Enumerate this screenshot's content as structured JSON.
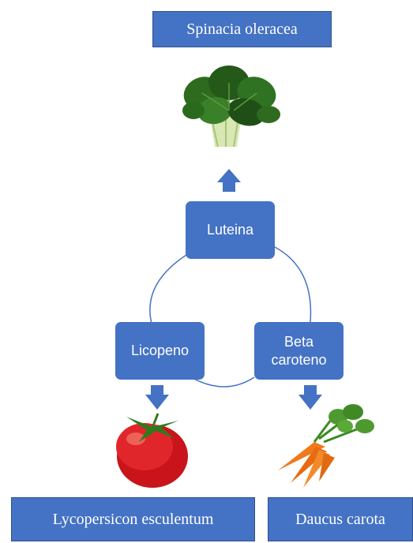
{
  "species": {
    "spinach": "Spinacia oleracea",
    "tomato": "Lycopersicon esculentum",
    "carrot": "Daucus carota"
  },
  "pigments": {
    "top": "Luteina",
    "left": "Licopeno",
    "right_line1": "Beta",
    "right_line2": "caroteno"
  },
  "colors": {
    "box_fill": "#4472c4",
    "cycle_line": "#4472c4",
    "text": "#ffffff"
  },
  "images": {
    "spinach": "spinach-bunch",
    "tomato": "red-tomato",
    "carrot": "carrot-bunch"
  }
}
